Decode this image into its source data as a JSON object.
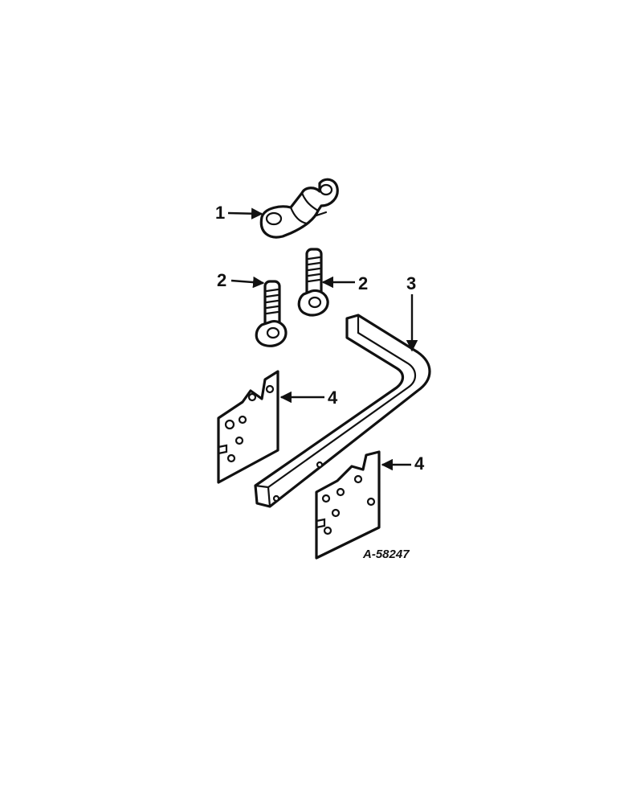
{
  "diagram": {
    "figure_id": "A-58247",
    "callouts": [
      {
        "id": "c1",
        "label": "1",
        "part": "clamp"
      },
      {
        "id": "c2a",
        "label": "2",
        "part": "eye-bolt"
      },
      {
        "id": "c2b",
        "label": "2",
        "part": "eye-bolt"
      },
      {
        "id": "c3",
        "label": "3",
        "part": "bar"
      },
      {
        "id": "c4a",
        "label": "4",
        "part": "plate"
      },
      {
        "id": "c4b",
        "label": "4",
        "part": "plate"
      }
    ],
    "colors": {
      "ink": "#111111",
      "paper": "#ffffff"
    }
  }
}
